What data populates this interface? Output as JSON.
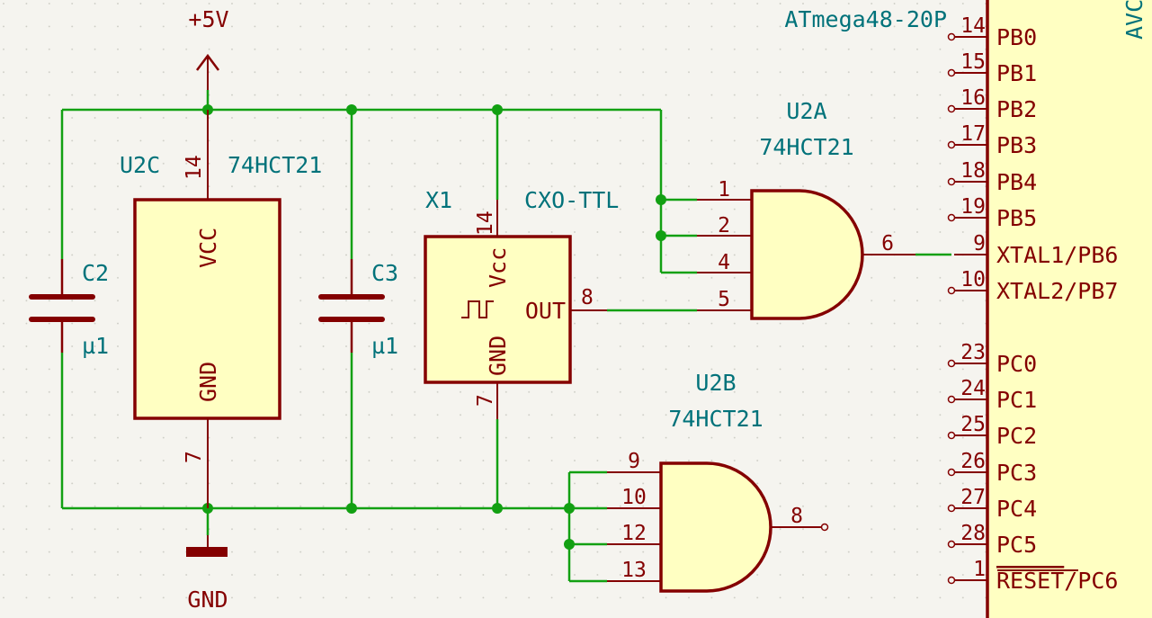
{
  "power": {
    "vcc": "+5V",
    "gnd": "GND"
  },
  "u2c": {
    "ref": "U2C",
    "value": "74HCT21",
    "pin_vcc_num": "14",
    "pin_vcc": "VCC",
    "pin_gnd": "GND",
    "pin_gnd_num": "7"
  },
  "c2": {
    "ref": "C2",
    "value": "µ1"
  },
  "c3": {
    "ref": "C3",
    "value": "µ1"
  },
  "x1": {
    "ref": "X1",
    "value": "CXO-TTL",
    "pin_vcc_num": "14",
    "pin_vcc": "Vcc",
    "pin_out": "OUT",
    "pin_out_num": "8",
    "pin_gnd": "GND",
    "pin_gnd_num": "7"
  },
  "u2a": {
    "ref": "U2A",
    "value": "74HCT21",
    "inputs": [
      "1",
      "2",
      "4",
      "5"
    ],
    "output": "6"
  },
  "u2b": {
    "ref": "U2B",
    "value": "74HCT21",
    "inputs": [
      "9",
      "10",
      "12",
      "13"
    ],
    "output": "8"
  },
  "mcu": {
    "value": "ATmega48-20P",
    "ref_partial": "AVC",
    "pins": [
      {
        "num": "14",
        "name": "PB0"
      },
      {
        "num": "15",
        "name": "PB1"
      },
      {
        "num": "16",
        "name": "PB2"
      },
      {
        "num": "17",
        "name": "PB3"
      },
      {
        "num": "18",
        "name": "PB4"
      },
      {
        "num": "19",
        "name": "PB5"
      },
      {
        "num": "9",
        "name": "XTAL1/PB6"
      },
      {
        "num": "10",
        "name": "XTAL2/PB7"
      },
      {
        "num": "23",
        "name": "PC0"
      },
      {
        "num": "24",
        "name": "PC1"
      },
      {
        "num": "25",
        "name": "PC2"
      },
      {
        "num": "26",
        "name": "PC3"
      },
      {
        "num": "27",
        "name": "PC4"
      },
      {
        "num": "28",
        "name": "PC5"
      },
      {
        "num": "1",
        "name": "RESET/PC6"
      }
    ]
  }
}
